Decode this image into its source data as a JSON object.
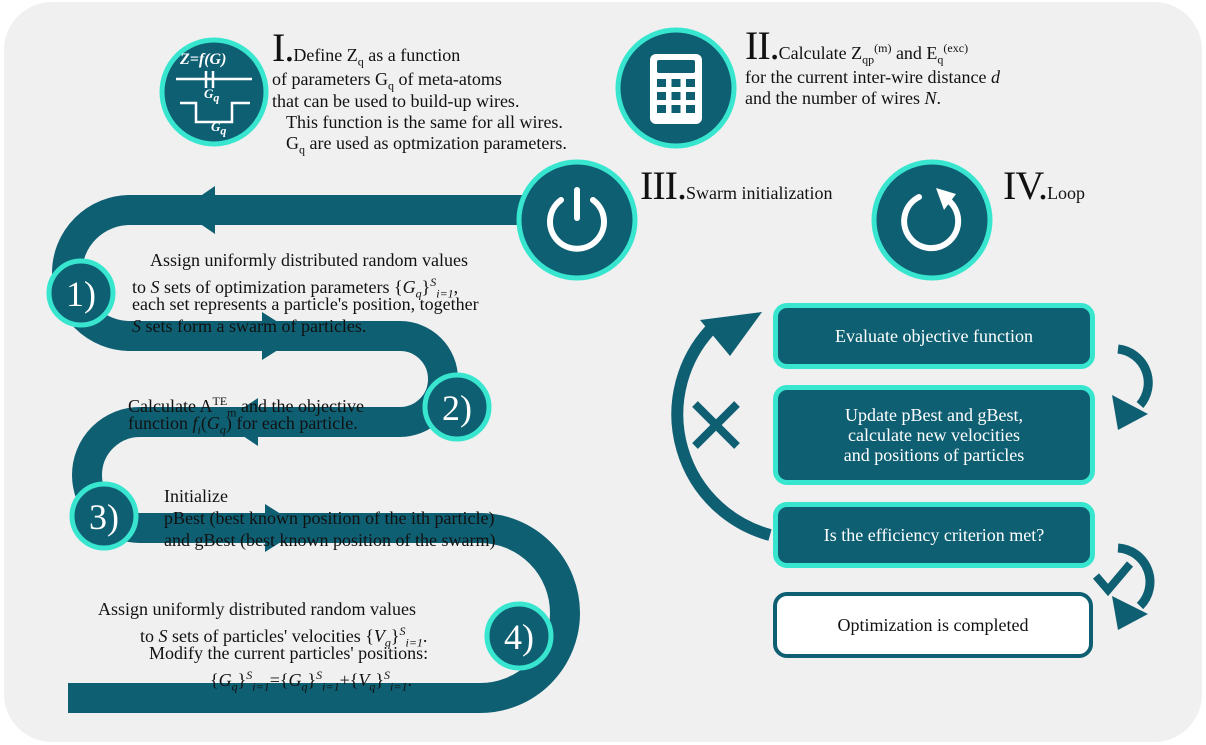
{
  "stages": {
    "I": {
      "numeral": "I.",
      "heading": "Define Z",
      "heading_sub": "q",
      "heading_rest": " as a function",
      "lines": [
        "of parameters G",
        "of meta-atoms",
        "that can be used to build-up wires.",
        "This function is the same for all wires.",
        "are used as optmization parameters."
      ],
      "line_G": "G",
      "line_q": "q",
      "icon_formula": "Z=f(G)",
      "icon_q": "q"
    },
    "II": {
      "numeral": "II.",
      "calc": "Calculate Z",
      "calc_sub": "qp",
      "calc_sup": "(m)",
      "and": " and E",
      "and_sub": "q",
      "and_sup": "(exc)",
      "line2": "for the current inter-wire distance",
      "d": "d",
      "line3": "and the number of wires",
      "N": "N",
      "dot": "."
    },
    "III": {
      "numeral": "III.",
      "heading": "Swarm initialization"
    },
    "IV": {
      "numeral": "IV.",
      "heading": "Loop"
    }
  },
  "steps": [
    {
      "num": "1)"
    },
    {
      "num": "2)"
    },
    {
      "num": "3)"
    },
    {
      "num": "4)"
    }
  ],
  "step1": {
    "l1": "Assign uniformly distributed random values",
    "l2a": "S",
    "l2b": " sets of optimization parameters {",
    "l2G": "G",
    "l2q": "q",
    "l2c": "}",
    "l2S": "S",
    "l2i": "i=1",
    "l2end": ",",
    "l3": "each set represents a particle's position, together",
    "l4a": "S",
    "l4b": " sets form a swarm of particles.",
    "to": "to "
  },
  "step2": {
    "l1a": "Calculate A",
    "l1sup": "TE",
    "l1sub": "m",
    "l1b": " and the objective",
    "l2a": "function ",
    "f": "f",
    "fi": "i",
    "G": "G",
    "q": "q",
    "l2b": " for each particle."
  },
  "step3": {
    "l1": "Initialize",
    "l2": "pBest (best known position of the ith particle)",
    "l3": "and gBest (best known position of the swarm)"
  },
  "step4": {
    "l1": "Assign uniformly distributed random values",
    "l2a": "to ",
    "S": "S",
    "l2b": " sets of particles' velocities {",
    "V": "V",
    "q": "q",
    "l2c": "}",
    "i1": "i=1",
    "l2end": ".",
    "l3": "Modify the current particles' positions:",
    "eq": "{G_q}^S_{i=1}={G_q}^S_{i=1}+{V_q}^S_{i=1}."
  },
  "loop": {
    "evaluate": "Evaluate objective function",
    "update_l1": "Update pBest and gBest,",
    "update_l2": "calculate new velocities",
    "update_l3": "and positions of particles",
    "criterion": "Is the efficiency criterion met?",
    "completed": "Optimization is completed"
  },
  "colors": {
    "primary": "#0f5f73",
    "accent": "#38e6cf",
    "background": "#f0f0f0"
  },
  "icons": [
    "formula-icon",
    "calculator-icon",
    "power-icon",
    "refresh-icon",
    "cross-icon",
    "check-icon"
  ]
}
